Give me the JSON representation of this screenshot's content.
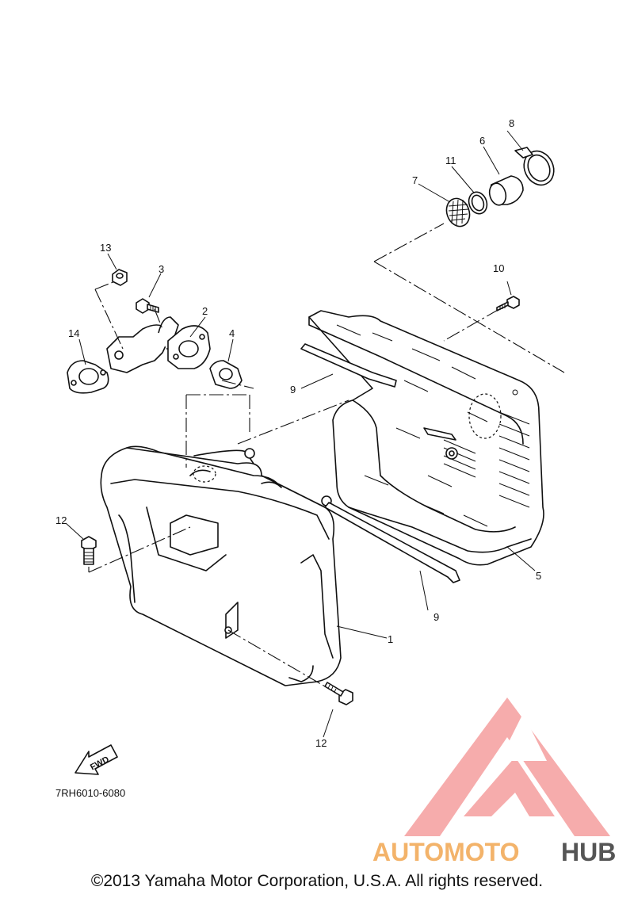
{
  "diagram": {
    "part_code": "7RH6010-6080",
    "fwd_label": "FWD",
    "callouts": {
      "c1": "1",
      "c2": "2",
      "c3": "3",
      "c4": "4",
      "c5": "5",
      "c6": "6",
      "c7": "7",
      "c8": "8",
      "c9a": "9",
      "c9b": "9",
      "c10": "10",
      "c11": "11",
      "c12a": "12",
      "c12b": "12",
      "c13": "13",
      "c14": "14"
    }
  },
  "watermark": {
    "part1": "AUTOMOTO",
    "part2": "HUB",
    "color_light": "#f5c27a",
    "color_pink": "#f0a0a0",
    "color_dark": "#555555"
  },
  "footer": {
    "copyright": "©2013 Yamaha Motor Corporation, U.S.A. All rights reserved."
  }
}
